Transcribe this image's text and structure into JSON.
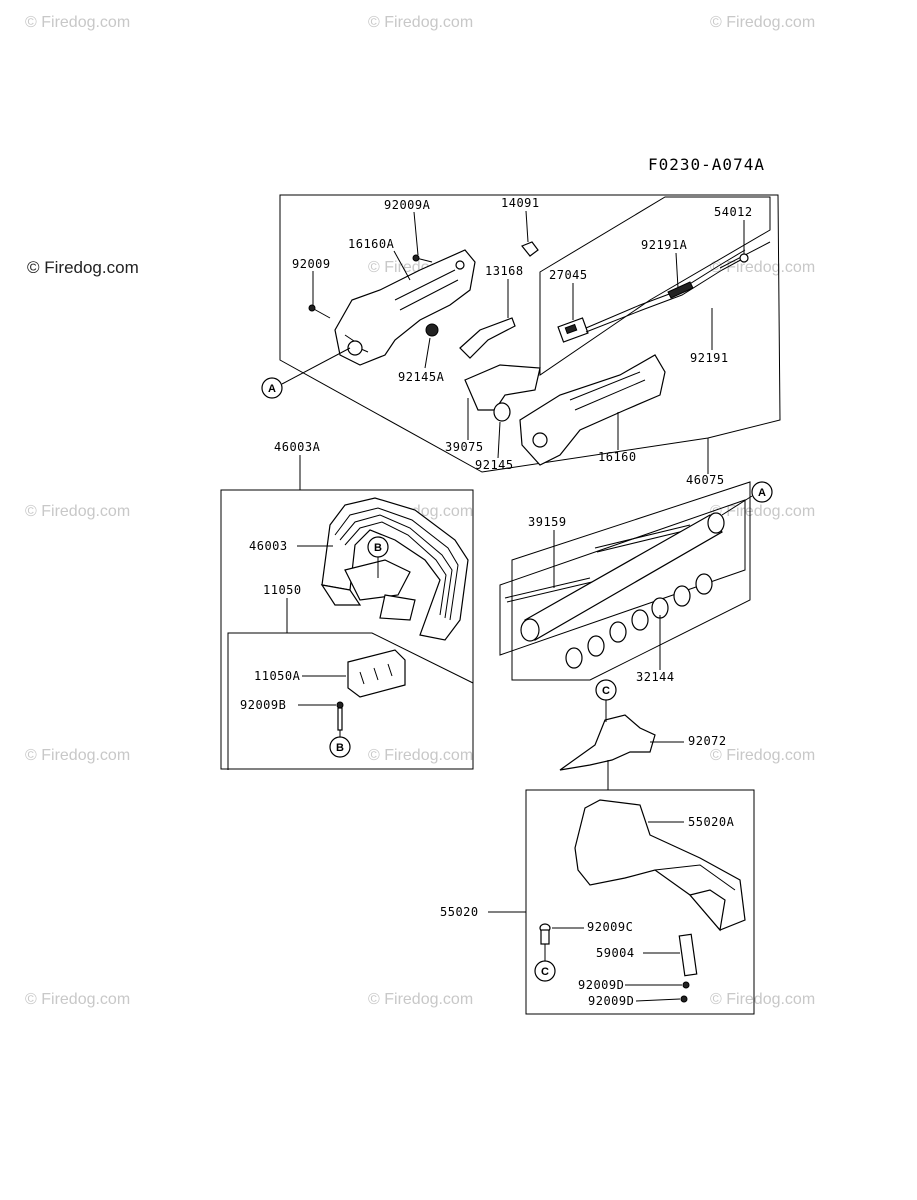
{
  "diagram_code": "F0230-A074A",
  "watermark": "© Firedog.com",
  "watermark_main": "© Firedog.com",
  "callouts": [
    "A",
    "A",
    "B",
    "B",
    "C",
    "C"
  ],
  "labels": {
    "p92009A": "92009A",
    "p14091": "14091",
    "p54012": "54012",
    "p16160A": "16160A",
    "p92009": "92009",
    "p13168": "13168",
    "p27045": "27045",
    "p92191A": "92191A",
    "p92191": "92191",
    "p92145A": "92145A",
    "p39075": "39075",
    "p92145": "92145",
    "p16160": "16160",
    "p46075": "46075",
    "p46003A": "46003A",
    "p46003": "46003",
    "p11050": "11050",
    "p11050A": "11050A",
    "p92009B": "92009B",
    "p39159": "39159",
    "p32144": "32144",
    "p92072": "92072",
    "p55020A": "55020A",
    "p55020": "55020",
    "p92009C": "92009C",
    "p59004": "59004",
    "p92009D_1": "92009D",
    "p92009D_2": "92009D"
  }
}
